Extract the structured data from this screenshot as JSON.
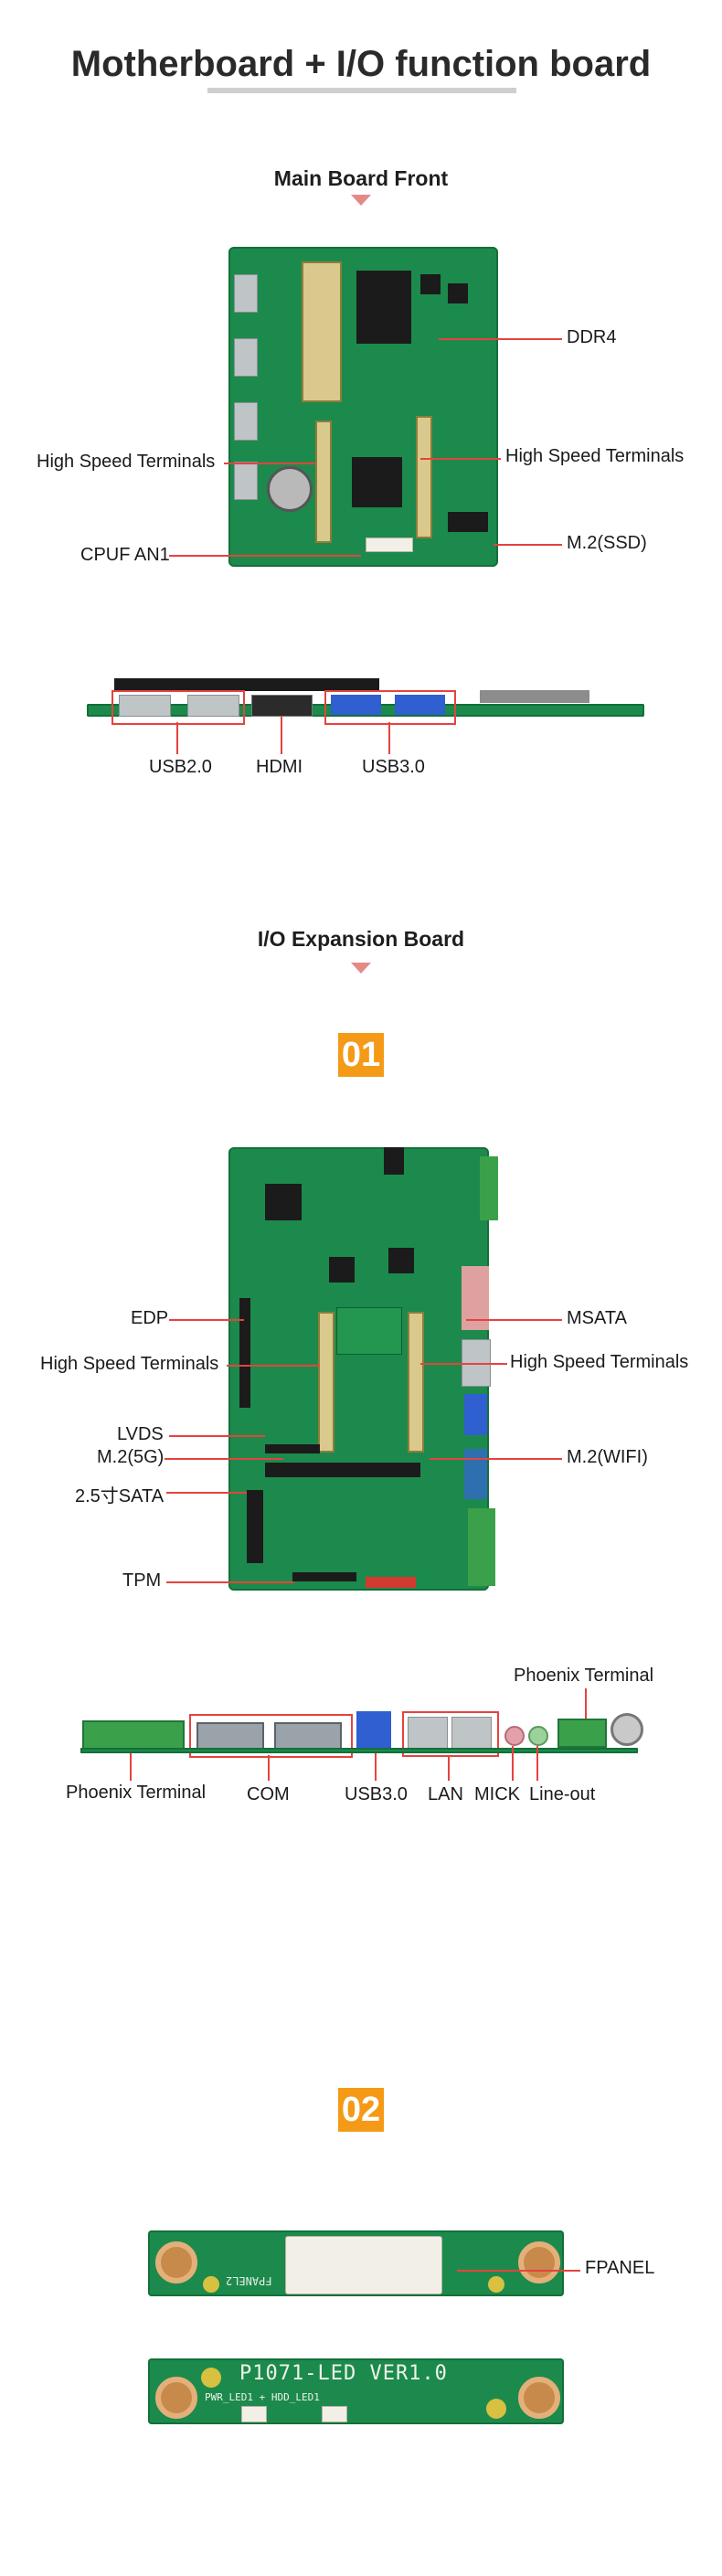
{
  "title": "Motherboard + I/O function board",
  "main_board_front": {
    "heading": "Main Board Front",
    "labels": {
      "ddr4": "DDR4",
      "high_speed_left": "High Speed Terminals",
      "high_speed_right": "High Speed Terminals",
      "cpufan": "CPUF AN1",
      "m2_ssd": "M.2(SSD)"
    },
    "side_labels": {
      "usb2": "USB2.0",
      "hdmi": "HDMI",
      "usb3": "USB3.0"
    }
  },
  "io_board": {
    "heading": "I/O Expansion Board",
    "badge_01": "01",
    "labels": {
      "edp": "EDP",
      "msata": "MSATA",
      "high_speed_left": "High Speed Terminals",
      "high_speed_right": "High Speed Terminals",
      "lvds": "LVDS",
      "m2_5g": "M.2(5G)",
      "m2_wifi": "M.2(WIFI)",
      "sata": "2.5寸SATA",
      "tpm": "TPM"
    },
    "side_labels": {
      "phoenix_top": "Phoenix Terminal",
      "phoenix_bottom": "Phoenix Terminal",
      "com": "COM",
      "usb3": "USB3.0",
      "lan": "LAN",
      "mick": "MICK",
      "lineout": "Line-out"
    }
  },
  "led_board": {
    "badge_02": "02",
    "fpanel_label": "FPANEL",
    "board_text_1": "FPANEL2",
    "board_text_2": "P1071-LED VER1.0",
    "led_text": "PWR_LED1 + HDD_LED1"
  },
  "colors": {
    "accent_line": "#e5433e",
    "badge": "#f59a16",
    "pcb_green": "#1c8a4c",
    "triangle": "#e48a86"
  }
}
